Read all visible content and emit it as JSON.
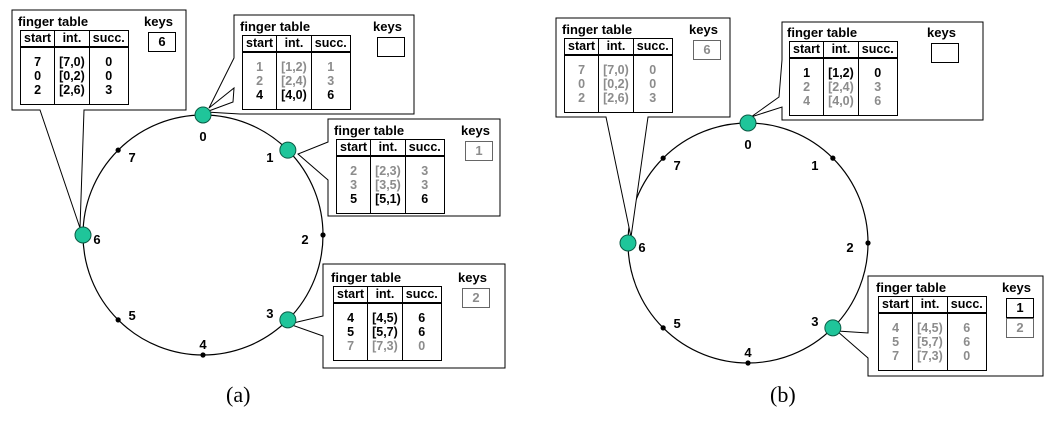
{
  "figure": {
    "panels": [
      {
        "caption": "(a)",
        "ring_labels": [
          "0",
          "1",
          "2",
          "3",
          "4",
          "5",
          "6",
          "7"
        ],
        "active_nodes": [
          "0",
          "1",
          "3",
          "6"
        ],
        "finger_tables": [
          {
            "node": "6",
            "title": "finger table",
            "keys_label": "keys",
            "headers": [
              "start",
              "int.",
              "succ."
            ],
            "rows": [
              {
                "start": "7",
                "int": "[7,0)",
                "succ": "0",
                "state": "active"
              },
              {
                "start": "0",
                "int": "[0,2)",
                "succ": "0",
                "state": "active"
              },
              {
                "start": "2",
                "int": "[2,6)",
                "succ": "3",
                "state": "active"
              }
            ],
            "keys": [
              {
                "value": "6",
                "state": "active"
              }
            ]
          },
          {
            "node": "0",
            "title": "finger table",
            "keys_label": "keys",
            "headers": [
              "start",
              "int.",
              "succ."
            ],
            "rows": [
              {
                "start": "1",
                "int": "[1,2)",
                "succ": "1",
                "state": "inactive"
              },
              {
                "start": "2",
                "int": "[2,4)",
                "succ": "3",
                "state": "inactive"
              },
              {
                "start": "4",
                "int": "[4,0)",
                "succ": "6",
                "state": "active"
              }
            ],
            "keys": [
              {
                "value": "",
                "state": "empty"
              }
            ]
          },
          {
            "node": "1",
            "title": "finger table",
            "keys_label": "keys",
            "headers": [
              "start",
              "int.",
              "succ."
            ],
            "rows": [
              {
                "start": "2",
                "int": "[2,3)",
                "succ": "3",
                "state": "inactive"
              },
              {
                "start": "3",
                "int": "[3,5)",
                "succ": "3",
                "state": "inactive"
              },
              {
                "start": "5",
                "int": "[5,1)",
                "succ": "6",
                "state": "active"
              }
            ],
            "keys": [
              {
                "value": "1",
                "state": "inactive"
              }
            ]
          },
          {
            "node": "3",
            "title": "finger table",
            "keys_label": "keys",
            "headers": [
              "start",
              "int.",
              "succ."
            ],
            "rows": [
              {
                "start": "4",
                "int": "[4,5)",
                "succ": "6",
                "state": "active"
              },
              {
                "start": "5",
                "int": "[5,7)",
                "succ": "6",
                "state": "active"
              },
              {
                "start": "7",
                "int": "[7,3)",
                "succ": "0",
                "state": "inactive"
              }
            ],
            "keys": [
              {
                "value": "2",
                "state": "inactive"
              }
            ]
          }
        ]
      },
      {
        "caption": "(b)",
        "ring_labels": [
          "0",
          "1",
          "2",
          "3",
          "4",
          "5",
          "6",
          "7"
        ],
        "active_nodes": [
          "0",
          "3",
          "6"
        ],
        "finger_tables": [
          {
            "node": "6",
            "title": "finger table",
            "keys_label": "keys",
            "headers": [
              "start",
              "int.",
              "succ."
            ],
            "rows": [
              {
                "start": "7",
                "int": "[7,0)",
                "succ": "0",
                "state": "inactive"
              },
              {
                "start": "0",
                "int": "[0,2)",
                "succ": "0",
                "state": "inactive"
              },
              {
                "start": "2",
                "int": "[2,6)",
                "succ": "3",
                "state": "inactive"
              }
            ],
            "keys": [
              {
                "value": "6",
                "state": "inactive"
              }
            ]
          },
          {
            "node": "0",
            "title": "finger table",
            "keys_label": "keys",
            "headers": [
              "start",
              "int.",
              "succ."
            ],
            "rows": [
              {
                "start": "1",
                "int": "[1,2)",
                "succ": "0",
                "state": "active"
              },
              {
                "start": "2",
                "int": "[2,4)",
                "succ": "3",
                "state": "inactive"
              },
              {
                "start": "4",
                "int": "[4,0)",
                "succ": "6",
                "state": "inactive"
              }
            ],
            "keys": [
              {
                "value": "",
                "state": "empty"
              }
            ]
          },
          {
            "node": "3",
            "title": "finger table",
            "keys_label": "keys",
            "headers": [
              "start",
              "int.",
              "succ."
            ],
            "rows": [
              {
                "start": "4",
                "int": "[4,5)",
                "succ": "6",
                "state": "inactive"
              },
              {
                "start": "5",
                "int": "[5,7)",
                "succ": "6",
                "state": "inactive"
              },
              {
                "start": "7",
                "int": "[7,3)",
                "succ": "0",
                "state": "inactive"
              }
            ],
            "keys": [
              {
                "value": "1",
                "state": "active"
              },
              {
                "value": "2",
                "state": "inactive"
              }
            ]
          }
        ]
      }
    ]
  },
  "colors": {
    "node_fill": "#1fc59a",
    "inactive_text": "#8c8c8c"
  }
}
